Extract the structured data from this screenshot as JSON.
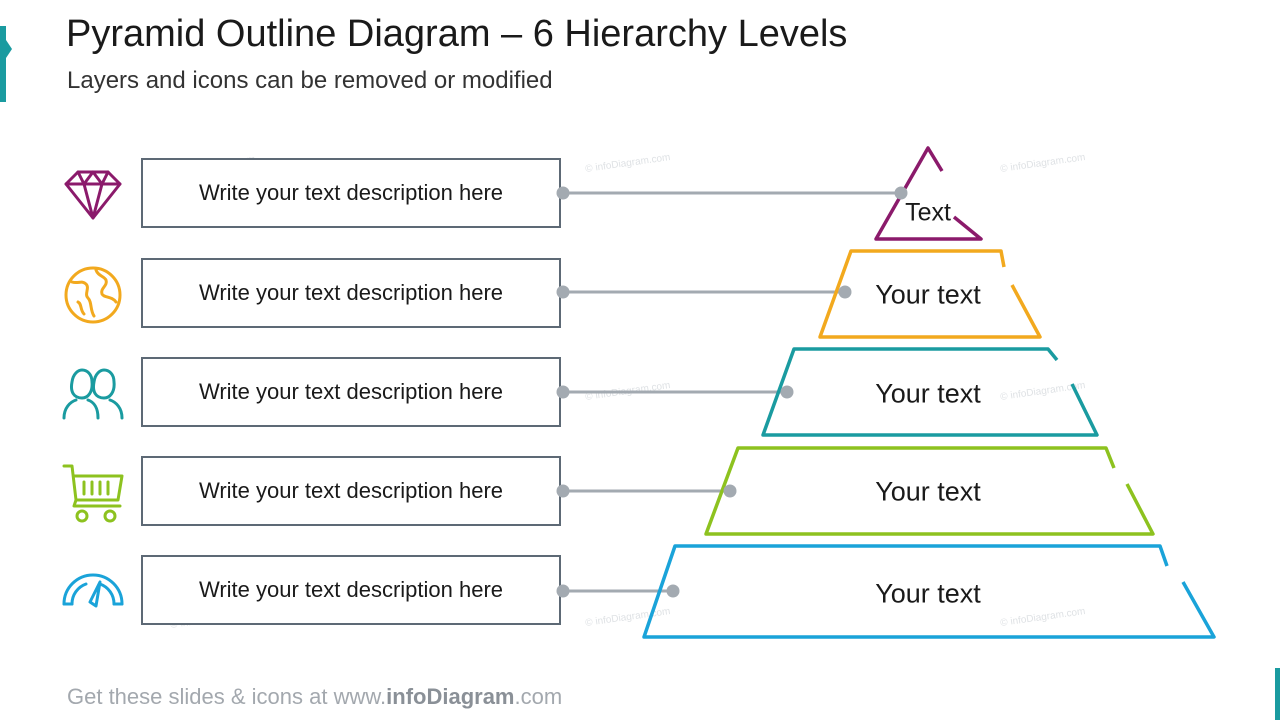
{
  "slide": {
    "title": "Pyramid Outline Diagram – 6 Hierarchy Levels",
    "subtitle": "Layers and icons can be removed or modified",
    "footer_prefix": "Get these slides & icons at www.",
    "footer_brand": "infoDiagram",
    "footer_suffix": ".com",
    "watermark": "© infoDiagram.com",
    "accent_color": "#1a9ba0"
  },
  "rows": [
    {
      "icon": "diamond-icon",
      "color": "#8b1a6b",
      "description": "Write your text description here"
    },
    {
      "icon": "globe-icon",
      "color": "#f2a91e",
      "description": "Write your text description here"
    },
    {
      "icon": "people-icon",
      "color": "#1a9ba0",
      "description": "Write your text description here"
    },
    {
      "icon": "shopping-cart-icon",
      "color": "#8dc21f",
      "description": "Write your text description here"
    },
    {
      "icon": "speedometer-icon",
      "color": "#1aa3d9",
      "description": "Write your text description here"
    }
  ],
  "pyramid": {
    "layers": [
      {
        "label": "Text",
        "color": "#8b1a6b"
      },
      {
        "label": "Your text",
        "color": "#f2a91e"
      },
      {
        "label": "Your text",
        "color": "#1a9ba0"
      },
      {
        "label": "Your text",
        "color": "#8dc21f"
      },
      {
        "label": "Your text",
        "color": "#1aa3d9"
      }
    ],
    "connector_color": "#a3aab1"
  }
}
